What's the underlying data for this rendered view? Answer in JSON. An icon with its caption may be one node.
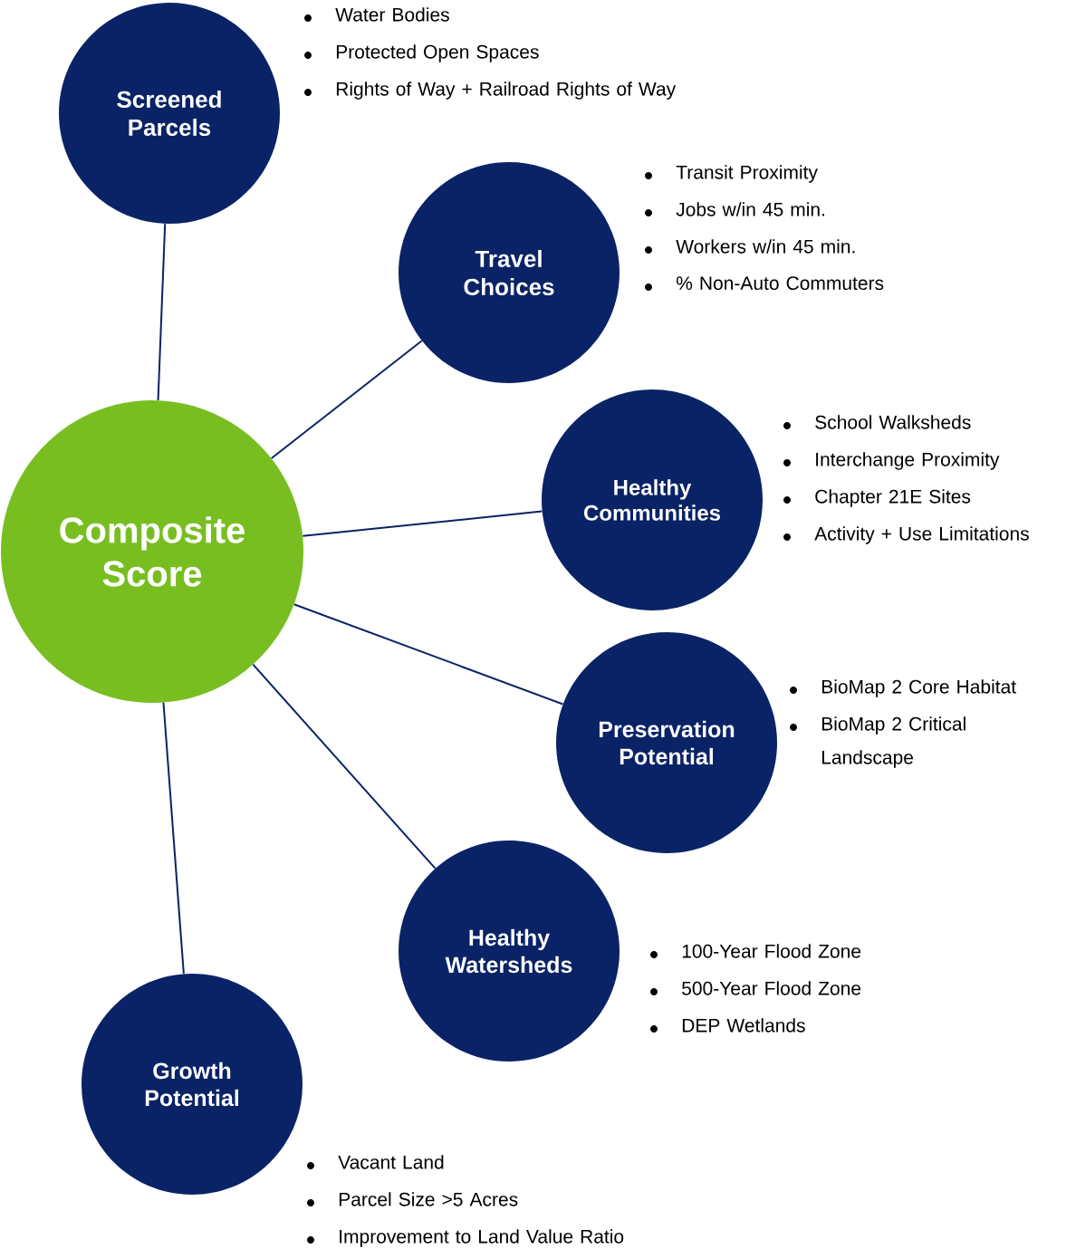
{
  "diagram": {
    "nodes": [
      {
        "text": [
          "Composite Score"
        ]
      },
      {
        "text": [
          "Screened Parcels"
        ],
        "beside": [
          "Water Bodies",
          "Protected Open Spaces",
          "Rights of Way + Railroad Rights of Way"
        ]
      },
      {
        "text": [
          "Travel Choices"
        ],
        "beside": [
          "Transit Proximity",
          "Jobs w/in 45 min.",
          "Workers w/in 45 min.",
          "% Non-Auto Commuters"
        ]
      },
      {
        "text": [
          "Healthy Communities"
        ],
        "beside": [
          "School Walksheds",
          "Interchange Proximity",
          "Chapter 21E Sites",
          "Activity + Use Limitations"
        ]
      },
      {
        "text": [
          "Preservation Potential"
        ],
        "beside": [
          "BioMap 2 Core Habitat",
          "BioMap 2 Critical Landscape"
        ]
      },
      {
        "text": [
          "Healthy Watersheds"
        ],
        "beside": [
          "100-Year Flood Zone",
          "500-Year Flood Zone",
          "DEP Wetlands"
        ]
      },
      {
        "text": [
          "Growth Potential"
        ],
        "beside": [
          "Vacant Land",
          "Parcel Size >5 Acres",
          "Improvement to Land Value Ratio"
        ]
      }
    ],
    "edges": [
      {
        "from": 0,
        "to": 1,
        "arrow": "none"
      },
      {
        "from": 0,
        "to": 2,
        "arrow": "none"
      },
      {
        "from": 0,
        "to": 3,
        "arrow": "none"
      },
      {
        "from": 0,
        "to": 4,
        "arrow": "none"
      },
      {
        "from": 0,
        "to": 5,
        "arrow": "none"
      },
      {
        "from": 0,
        "to": 6,
        "arrow": "none"
      }
    ]
  }
}
